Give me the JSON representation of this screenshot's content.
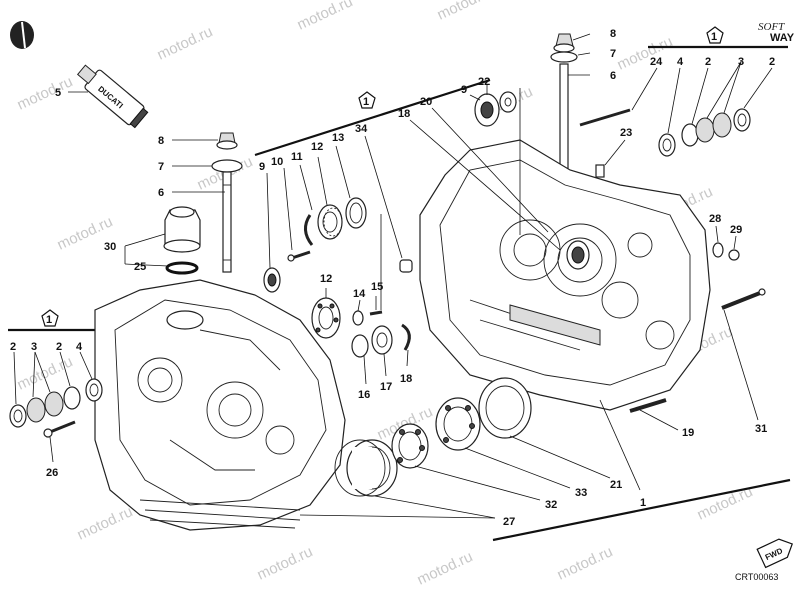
{
  "diagram": {
    "watermark": "motod.ru",
    "brand": {
      "line1": "SOFT",
      "line2": "WAY"
    },
    "ref_code": "CRT00063",
    "fwd_label": "FWD",
    "tube_text": "DUCATI",
    "group_label": "1",
    "callouts": {
      "c8a": "8",
      "c7a": "7",
      "c6a": "6",
      "c8b": "8",
      "c7b": "7",
      "c6b": "6",
      "c5": "5",
      "c30": "30",
      "c25": "25",
      "c9a": "9",
      "c10": "10",
      "c11": "11",
      "c12a": "12",
      "c13": "13",
      "c34": "34",
      "c12b": "12",
      "c14": "14",
      "c15": "15",
      "c16": "16",
      "c17": "17",
      "c18a": "18",
      "c18b": "18",
      "c20": "20",
      "c22": "22",
      "c9b": "9",
      "c24": "24",
      "c4a": "4",
      "c2a": "2",
      "c3a": "3",
      "c2b": "2",
      "c23": "23",
      "c28": "28",
      "c29": "29",
      "c2c": "2",
      "c3b": "3",
      "c2d": "2",
      "c4b": "4",
      "c26": "26",
      "c31": "31",
      "c19": "19",
      "c21": "21",
      "c33": "33",
      "c32": "32",
      "c1": "1",
      "c27": "27",
      "g1": "1",
      "g2": "1",
      "g3": "1"
    }
  }
}
